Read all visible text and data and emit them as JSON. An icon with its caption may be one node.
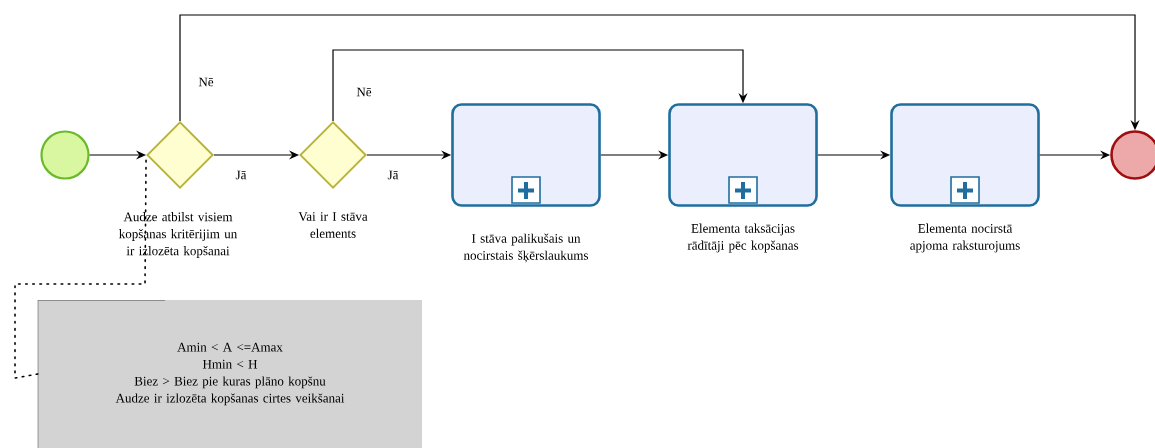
{
  "diagram": {
    "nodes": [
      {
        "text": [],
        "shape": "circle"
      },
      {
        "text": [
          "Audze atbilst visiem kopšanas kritērijim un ir izlozēta kopšanai"
        ]
      },
      {
        "text": [
          "Vai ir I stāva elements"
        ]
      },
      {
        "text": [
          "I stāva palikušais un nocirstais šķērslaukums"
        ]
      },
      {
        "text": [
          "Elementa taksācijas rādītāji pēc kopšanas"
        ]
      },
      {
        "text": [
          "Elementa nocirstā apjoma raksturojums"
        ]
      },
      {
        "text": [],
        "shape": "circle"
      },
      {
        "text": [
          "Amin < A <=Amax",
          "Hmin < H",
          "Biez > Biez pie kuras plāno kopšnu",
          "Audze ir izlozēta kopšanas cirtes veikšanai"
        ]
      }
    ],
    "edges": [
      {
        "from": 0,
        "to": 1,
        "arrow": "to"
      },
      {
        "from": 1,
        "to": 2,
        "arrow": "to",
        "label": "Jā"
      },
      {
        "from": 2,
        "to": 3,
        "arrow": "to",
        "label": "Jā"
      },
      {
        "from": 3,
        "to": 4,
        "arrow": "to"
      },
      {
        "from": 4,
        "to": 5,
        "arrow": "to"
      },
      {
        "from": 5,
        "to": 6,
        "arrow": "to"
      },
      {
        "from": 1,
        "to": 6,
        "arrow": "to",
        "label": "Nē"
      },
      {
        "from": 2,
        "to": 4,
        "arrow": "to",
        "label": "Nē"
      },
      {
        "from": 7,
        "to": 1,
        "arrow": "none",
        "style": "dashed"
      }
    ]
  }
}
